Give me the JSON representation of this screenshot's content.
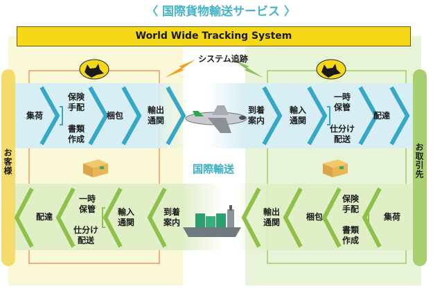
{
  "title": "〈 国際貨物輸送サービス 〉",
  "banner": "World Wide Tracking System",
  "tracking_label": "システム追跡",
  "international_label": "国際輸送",
  "left_party": "お客様",
  "right_party": "お取引先",
  "colors": {
    "title": "#45b4c8",
    "banner": "#f5d818",
    "left_panel": "#fbf8d8",
    "right_panel": "#e8f4d8",
    "blue_band": "#d6eef4",
    "blue_arrow": "#36a8c6",
    "green_arrow": "#8fc04a",
    "orange_frame": "#e8823a",
    "green_frame": "#8fc04a",
    "bolt_orange": "#f0a020",
    "bolt_green": "#8cc060"
  },
  "outbound_steps": {
    "collect": "集荷",
    "insurance": "保険\n手配",
    "documents": "書類\n作成",
    "packing": "梱包",
    "export": "輸出\n通関",
    "arrival": "到着\n案内",
    "import": "輸入\n通関",
    "storage": "一時\n保管",
    "sorting": "仕分け\n配送",
    "delivery": "配達"
  },
  "return_steps": {
    "delivery": "配達",
    "storage": "一時\n保管",
    "sorting": "仕分け\n配送",
    "import": "輸入\n通関",
    "arrival": "到着\n案内",
    "export": "輸出\n通関",
    "packing": "梱包",
    "insurance": "保険\n手配",
    "documents": "書類\n作成",
    "collect": "集荷"
  }
}
